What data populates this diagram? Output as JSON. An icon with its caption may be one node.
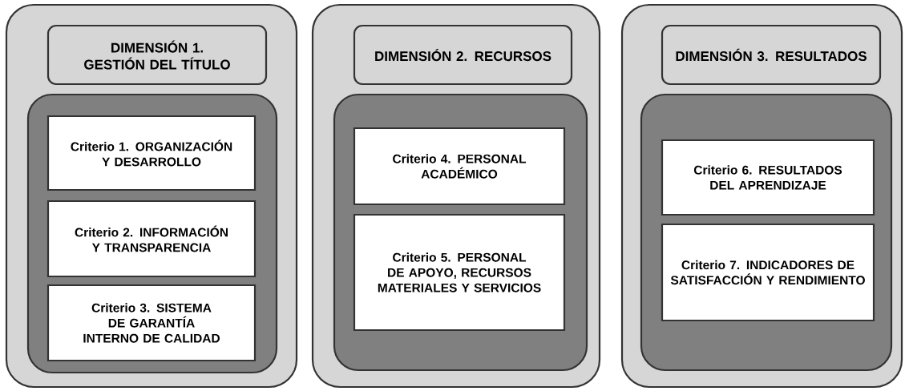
{
  "diagram": {
    "nodes": [
      {
        "text": [],
        "shape": "box"
      },
      {
        "text": [
          "DIMENSIÓN 1. GESTIÓN DEL TÍTULO"
        ],
        "in": 0
      },
      {
        "text": [],
        "shape": "box",
        "in": 0
      },
      {
        "text": [
          "Criterio 1. ORGANIZACIÓN Y DESARROLLO"
        ],
        "in": 2
      },
      {
        "text": [
          "Criterio 2. INFORMACIÓN Y TRANSPARENCIA"
        ],
        "in": 2
      },
      {
        "text": [
          "Criterio 3. SISTEMA DE GARANTÍA INTERNO DE CALIDAD"
        ],
        "in": 2
      },
      {
        "text": [],
        "shape": "box"
      },
      {
        "text": [
          "DIMENSIÓN 2. RECURSOS"
        ],
        "in": 6
      },
      {
        "text": [],
        "shape": "box",
        "in": 6
      },
      {
        "text": [
          "Criterio 4. PERSONAL ACADÉMICO"
        ],
        "in": 8
      },
      {
        "text": [
          "Criterio 5. PERSONAL DE APOYO, RECURSOS MATERIALES Y SERVICIOS"
        ],
        "in": 8
      },
      {
        "text": [],
        "shape": "box"
      },
      {
        "text": [
          "DIMENSIÓN 3. RESULTADOS"
        ],
        "in": 11
      },
      {
        "text": [],
        "shape": "box",
        "in": 11
      },
      {
        "text": [
          "Criterio 6. RESULTADOS DEL APRENDIZAJE"
        ],
        "in": 13
      },
      {
        "text": [
          "Criterio 7. INDICADORES DE SATISFACCIÓN Y RENDIMIENTO"
        ],
        "in": 13
      }
    ]
  }
}
